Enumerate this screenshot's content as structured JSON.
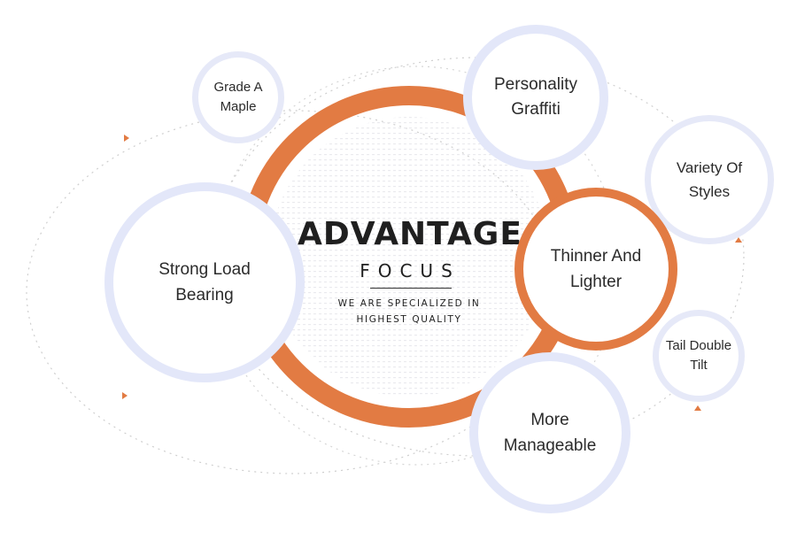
{
  "center": {
    "title": "ADVANTAGE",
    "subtitle": "FOCUS",
    "tagline_line1": "WE ARE SPECIALIZED IN",
    "tagline_line2": "HIGHEST QUALITY"
  },
  "features": [
    {
      "id": "grade-a-maple",
      "label": "Grade A\nMaple"
    },
    {
      "id": "personality-graffiti",
      "label": "Personality\nGraffiti"
    },
    {
      "id": "variety-of-styles",
      "label": "Variety Of\nStyles"
    },
    {
      "id": "strong-load-bearing",
      "label": "Strong Load\nBearing"
    },
    {
      "id": "thinner-and-lighter",
      "label": "Thinner And\nLighter"
    },
    {
      "id": "tail-double-tilt",
      "label": "Tail Double\nTilt"
    },
    {
      "id": "more-manageable",
      "label": "More\nManageable"
    }
  ],
  "colors": {
    "accent_orange": "#e27b43",
    "ring_blue": "#e3e7f9",
    "dotted_line": "#c9c9c9",
    "text_dark": "#1f1f1f"
  }
}
